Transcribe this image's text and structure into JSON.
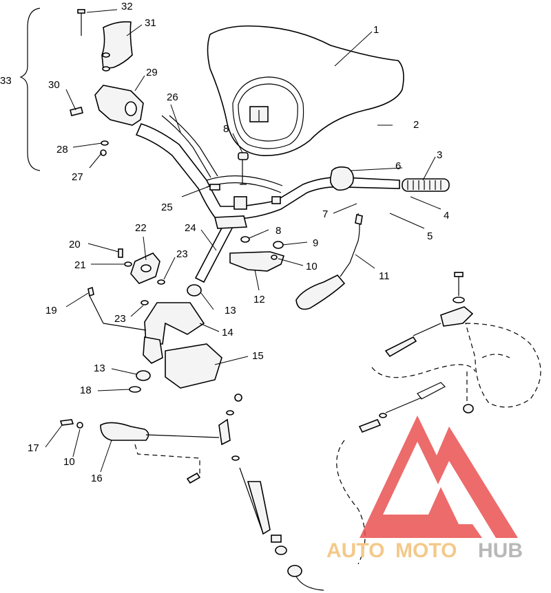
{
  "diagram": {
    "callouts": [
      "1",
      "2",
      "3",
      "4",
      "5",
      "6",
      "7",
      "8",
      "8",
      "9",
      "10",
      "10",
      "11",
      "12",
      "13",
      "13",
      "14",
      "15",
      "16",
      "17",
      "18",
      "19",
      "20",
      "21",
      "22",
      "23",
      "23",
      "24",
      "25",
      "26",
      "27",
      "28",
      "29",
      "30",
      "31",
      "32",
      "33"
    ]
  },
  "watermark": {
    "brand_part1": "AUTO",
    "brand_part2": "MOTO",
    "brand_part3": "HUB",
    "logo_color": "#e94b4b",
    "auto_color": "#f3c98a",
    "hub_color": "#b8b8b8"
  }
}
